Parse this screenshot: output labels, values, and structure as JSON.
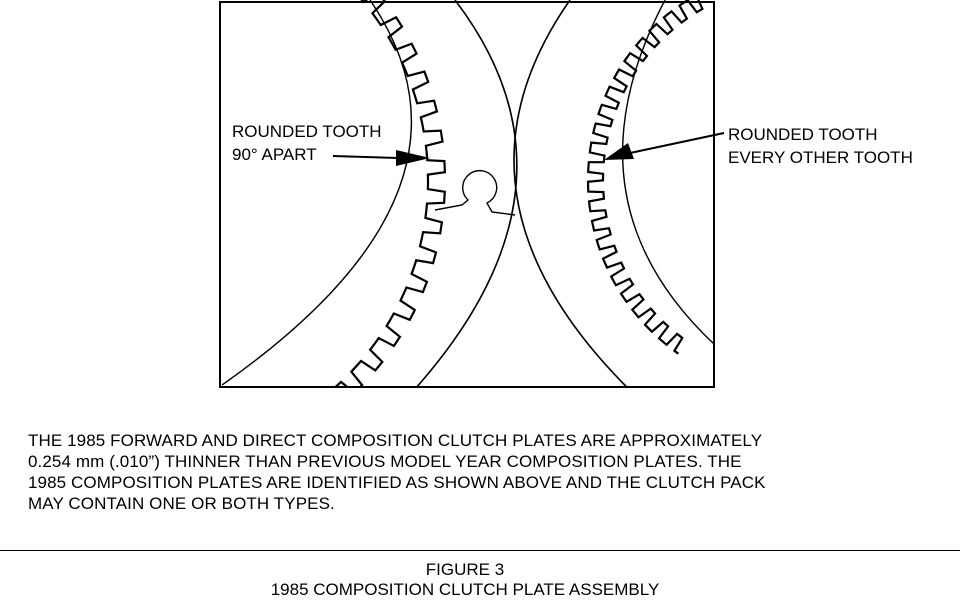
{
  "figure": {
    "left_callout": {
      "line1": "ROUNDED TOOTH",
      "line2": "90° APART"
    },
    "right_callout": {
      "line1": "ROUNDED TOOTH",
      "line2": "EVERY OTHER TOOTH"
    }
  },
  "paragraph": {
    "lines": [
      "THE 1985 FORWARD AND DIRECT COMPOSITION CLUTCH PLATES ARE APPROXIMATELY",
      "0.254 mm (.010”) THINNER THAN PREVIOUS MODEL YEAR COMPOSITION PLATES. THE",
      "1985 COMPOSITION PLATES ARE IDENTIFIED AS SHOWN ABOVE AND THE CLUTCH PACK",
      "MAY CONTAIN ONE OR BOTH TYPES."
    ]
  },
  "caption": {
    "number": "FIGURE 3",
    "title": "1985 COMPOSITION CLUTCH PLATE ASSEMBLY"
  }
}
